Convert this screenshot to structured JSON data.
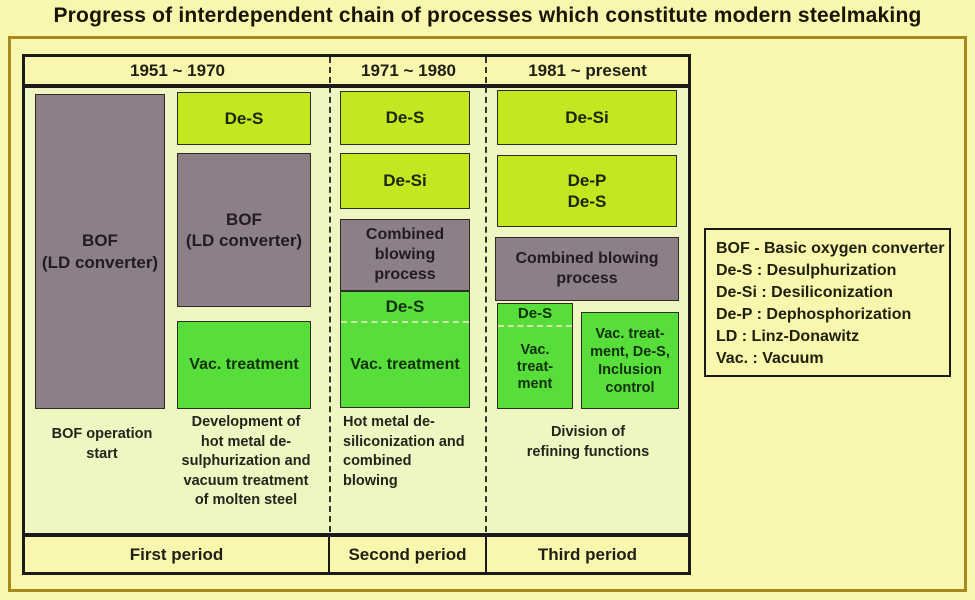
{
  "title": "Progress of interdependent chain of processes which constitute modern steelmaking",
  "header": {
    "period1": "1951 ~ 1970",
    "period2": "1971 ~ 1980",
    "period3": "1981 ~ present"
  },
  "boxes": {
    "c1_bof_main": "BOF\n(LD converter)",
    "c1_des": "De-S",
    "c1_bof2": "BOF\n(LD converter)",
    "c1_vac": "Vac. treatment",
    "c2_des": "De-S",
    "c2_desi": "De-Si",
    "c2_combined": "Combined\nblowing\nprocess",
    "c2_green_des": "De-S",
    "c2_green_vac": "Vac. treatment",
    "c3_desi": "De-Si",
    "c3_dep_des": "De-P\nDe-S",
    "c3_combined": "Combined blowing\nprocess",
    "c3_green_left_des": "De-S",
    "c3_green_left_vac": "Vac.\ntreat-\nment",
    "c3_green_right": "Vac. treat-\nment, De-S,\nInclusion\ncontrol"
  },
  "captions": {
    "c1a": "BOF operation\nstart",
    "c1b": "Development of\nhot metal de-\nsulphurization and\nvacuum treatment\nof molten steel",
    "c2": "Hot metal de-\nsiliconization and\ncombined\nblowing",
    "c3": "Division of\nrefining functions"
  },
  "footer": {
    "period1": "First period",
    "period2": "Second period",
    "period3": "Third period"
  },
  "legend": {
    "lines": [
      "BOF - Basic oxygen converter",
      "De-S : Desulphurization",
      "De-Si : Desiliconization",
      "De-P : Dephosphorization",
      "LD : Linz-Donawitz",
      "Vac. : Vacuum"
    ]
  },
  "colors": {
    "background": "#f9f6ae",
    "panel_background": "#eff6c2",
    "frame_gold": "#a8871d",
    "box_chartreuse": "#c3e821",
    "box_green": "#57de3b",
    "box_gray": "#8d7f87",
    "border_dark": "#1a1a1a"
  }
}
